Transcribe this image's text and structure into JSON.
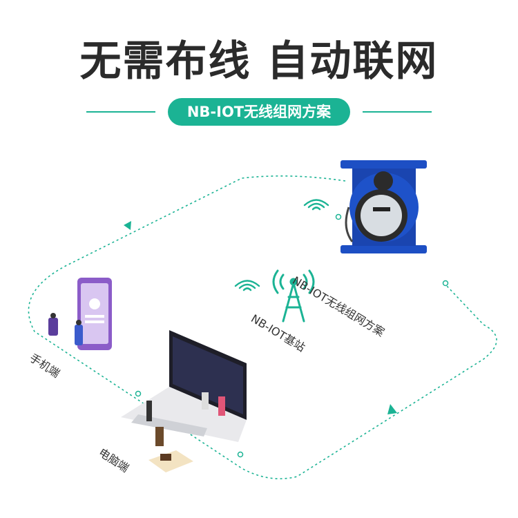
{
  "heading": {
    "title": "无需布线 自动联网",
    "subtitle": "NB-IOT无线组网方案"
  },
  "labels": {
    "meter": "NB-IOT无线组网方案",
    "station": "NB-IOT基站",
    "mobile": "手机端",
    "pc": "电脑端"
  },
  "colors": {
    "accent": "#1bb394",
    "meter_blue": "#1d4fc4",
    "phone_purple": "#8b5cc8"
  },
  "icons": [
    "wifi-signal-icon",
    "antenna-tower-icon",
    "arrow-icon"
  ]
}
